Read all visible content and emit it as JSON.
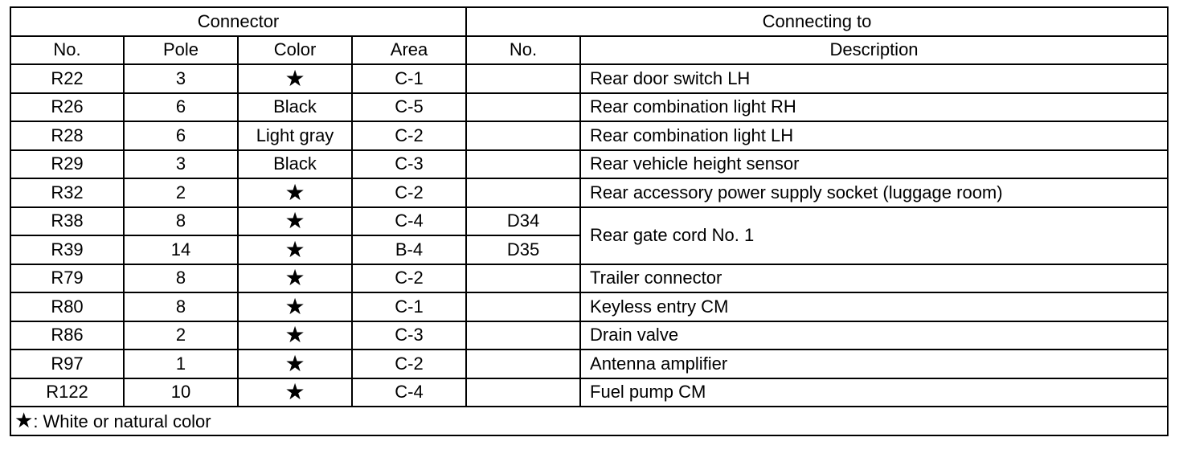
{
  "table": {
    "group_headers": {
      "connector": "Connector",
      "connecting_to": "Connecting to"
    },
    "columns": [
      "No.",
      "Pole",
      "Color",
      "Area",
      "No.",
      "Description"
    ],
    "rows": [
      {
        "no": "R22",
        "pole": "3",
        "color": "★",
        "area": "C-1",
        "to_no": "",
        "desc": "Rear door switch LH"
      },
      {
        "no": "R26",
        "pole": "6",
        "color": "Black",
        "area": "C-5",
        "to_no": "",
        "desc": "Rear combination light RH"
      },
      {
        "no": "R28",
        "pole": "6",
        "color": "Light gray",
        "area": "C-2",
        "to_no": "",
        "desc": "Rear combination light LH"
      },
      {
        "no": "R29",
        "pole": "3",
        "color": "Black",
        "area": "C-3",
        "to_no": "",
        "desc": "Rear vehicle height sensor"
      },
      {
        "no": "R32",
        "pole": "2",
        "color": "★",
        "area": "C-2",
        "to_no": "",
        "desc": "Rear accessory power supply socket (luggage room)"
      },
      {
        "no": "R38",
        "pole": "8",
        "color": "★",
        "area": "C-4",
        "to_no": "D34",
        "desc": "Rear gate cord No. 1"
      },
      {
        "no": "R39",
        "pole": "14",
        "color": "★",
        "area": "B-4",
        "to_no": "D35",
        "desc": null
      },
      {
        "no": "R79",
        "pole": "8",
        "color": "★",
        "area": "C-2",
        "to_no": "",
        "desc": "Trailer connector"
      },
      {
        "no": "R80",
        "pole": "8",
        "color": "★",
        "area": "C-1",
        "to_no": "",
        "desc": "Keyless entry CM"
      },
      {
        "no": "R86",
        "pole": "2",
        "color": "★",
        "area": "C-3",
        "to_no": "",
        "desc": "Drain valve"
      },
      {
        "no": "R97",
        "pole": "1",
        "color": "★",
        "area": "C-2",
        "to_no": "",
        "desc": "Antenna amplifier"
      },
      {
        "no": "R122",
        "pole": "10",
        "color": "★",
        "area": "C-4",
        "to_no": "",
        "desc": "Fuel pump CM"
      }
    ],
    "legend": {
      "symbol": "★",
      "text": ": White or natural color"
    }
  }
}
